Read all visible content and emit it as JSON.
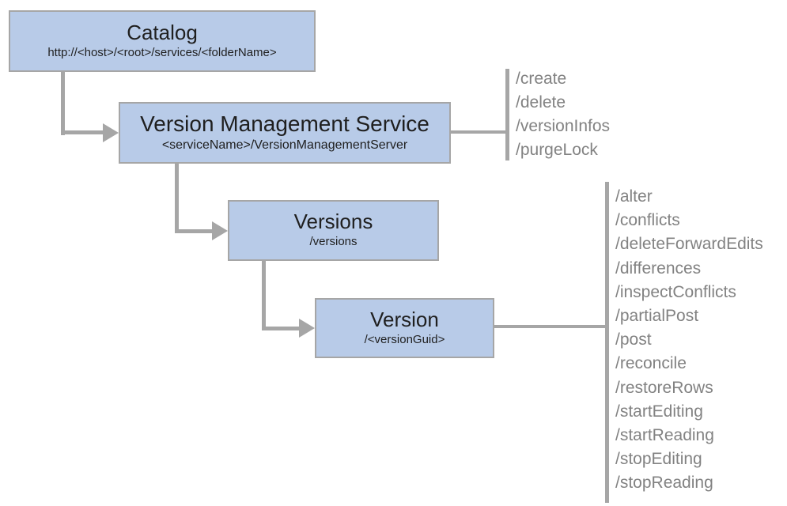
{
  "diagram": {
    "nodes": [
      {
        "id": "catalog",
        "title": "Catalog",
        "subtitle": "http://<host>/<root>/services/<folderName>"
      },
      {
        "id": "vms",
        "title": "Version Management Service",
        "subtitle": "<serviceName>/VersionManagementServer"
      },
      {
        "id": "versions",
        "title": "Versions",
        "subtitle": "/versions"
      },
      {
        "id": "version",
        "title": "Version",
        "subtitle": "/<versionGuid>"
      }
    ],
    "vms_operations": [
      "/create",
      "/delete",
      "/versionInfos",
      "/purgeLock"
    ],
    "version_operations": [
      "/alter",
      "/conflicts",
      "/deleteForwardEdits",
      "/differences",
      "/inspectConflicts",
      "/partialPost",
      "/post",
      "/reconcile",
      "/restoreRows",
      "/startEditing",
      "/startReading",
      "/stopEditing",
      "/stopReading"
    ],
    "colors": {
      "node_fill": "#b8cbe8",
      "node_border": "#a6a6a6",
      "connector": "#a6a6a6",
      "operation_text": "#828282",
      "node_text": "#1f1f1f",
      "background": "#ffffff"
    }
  }
}
